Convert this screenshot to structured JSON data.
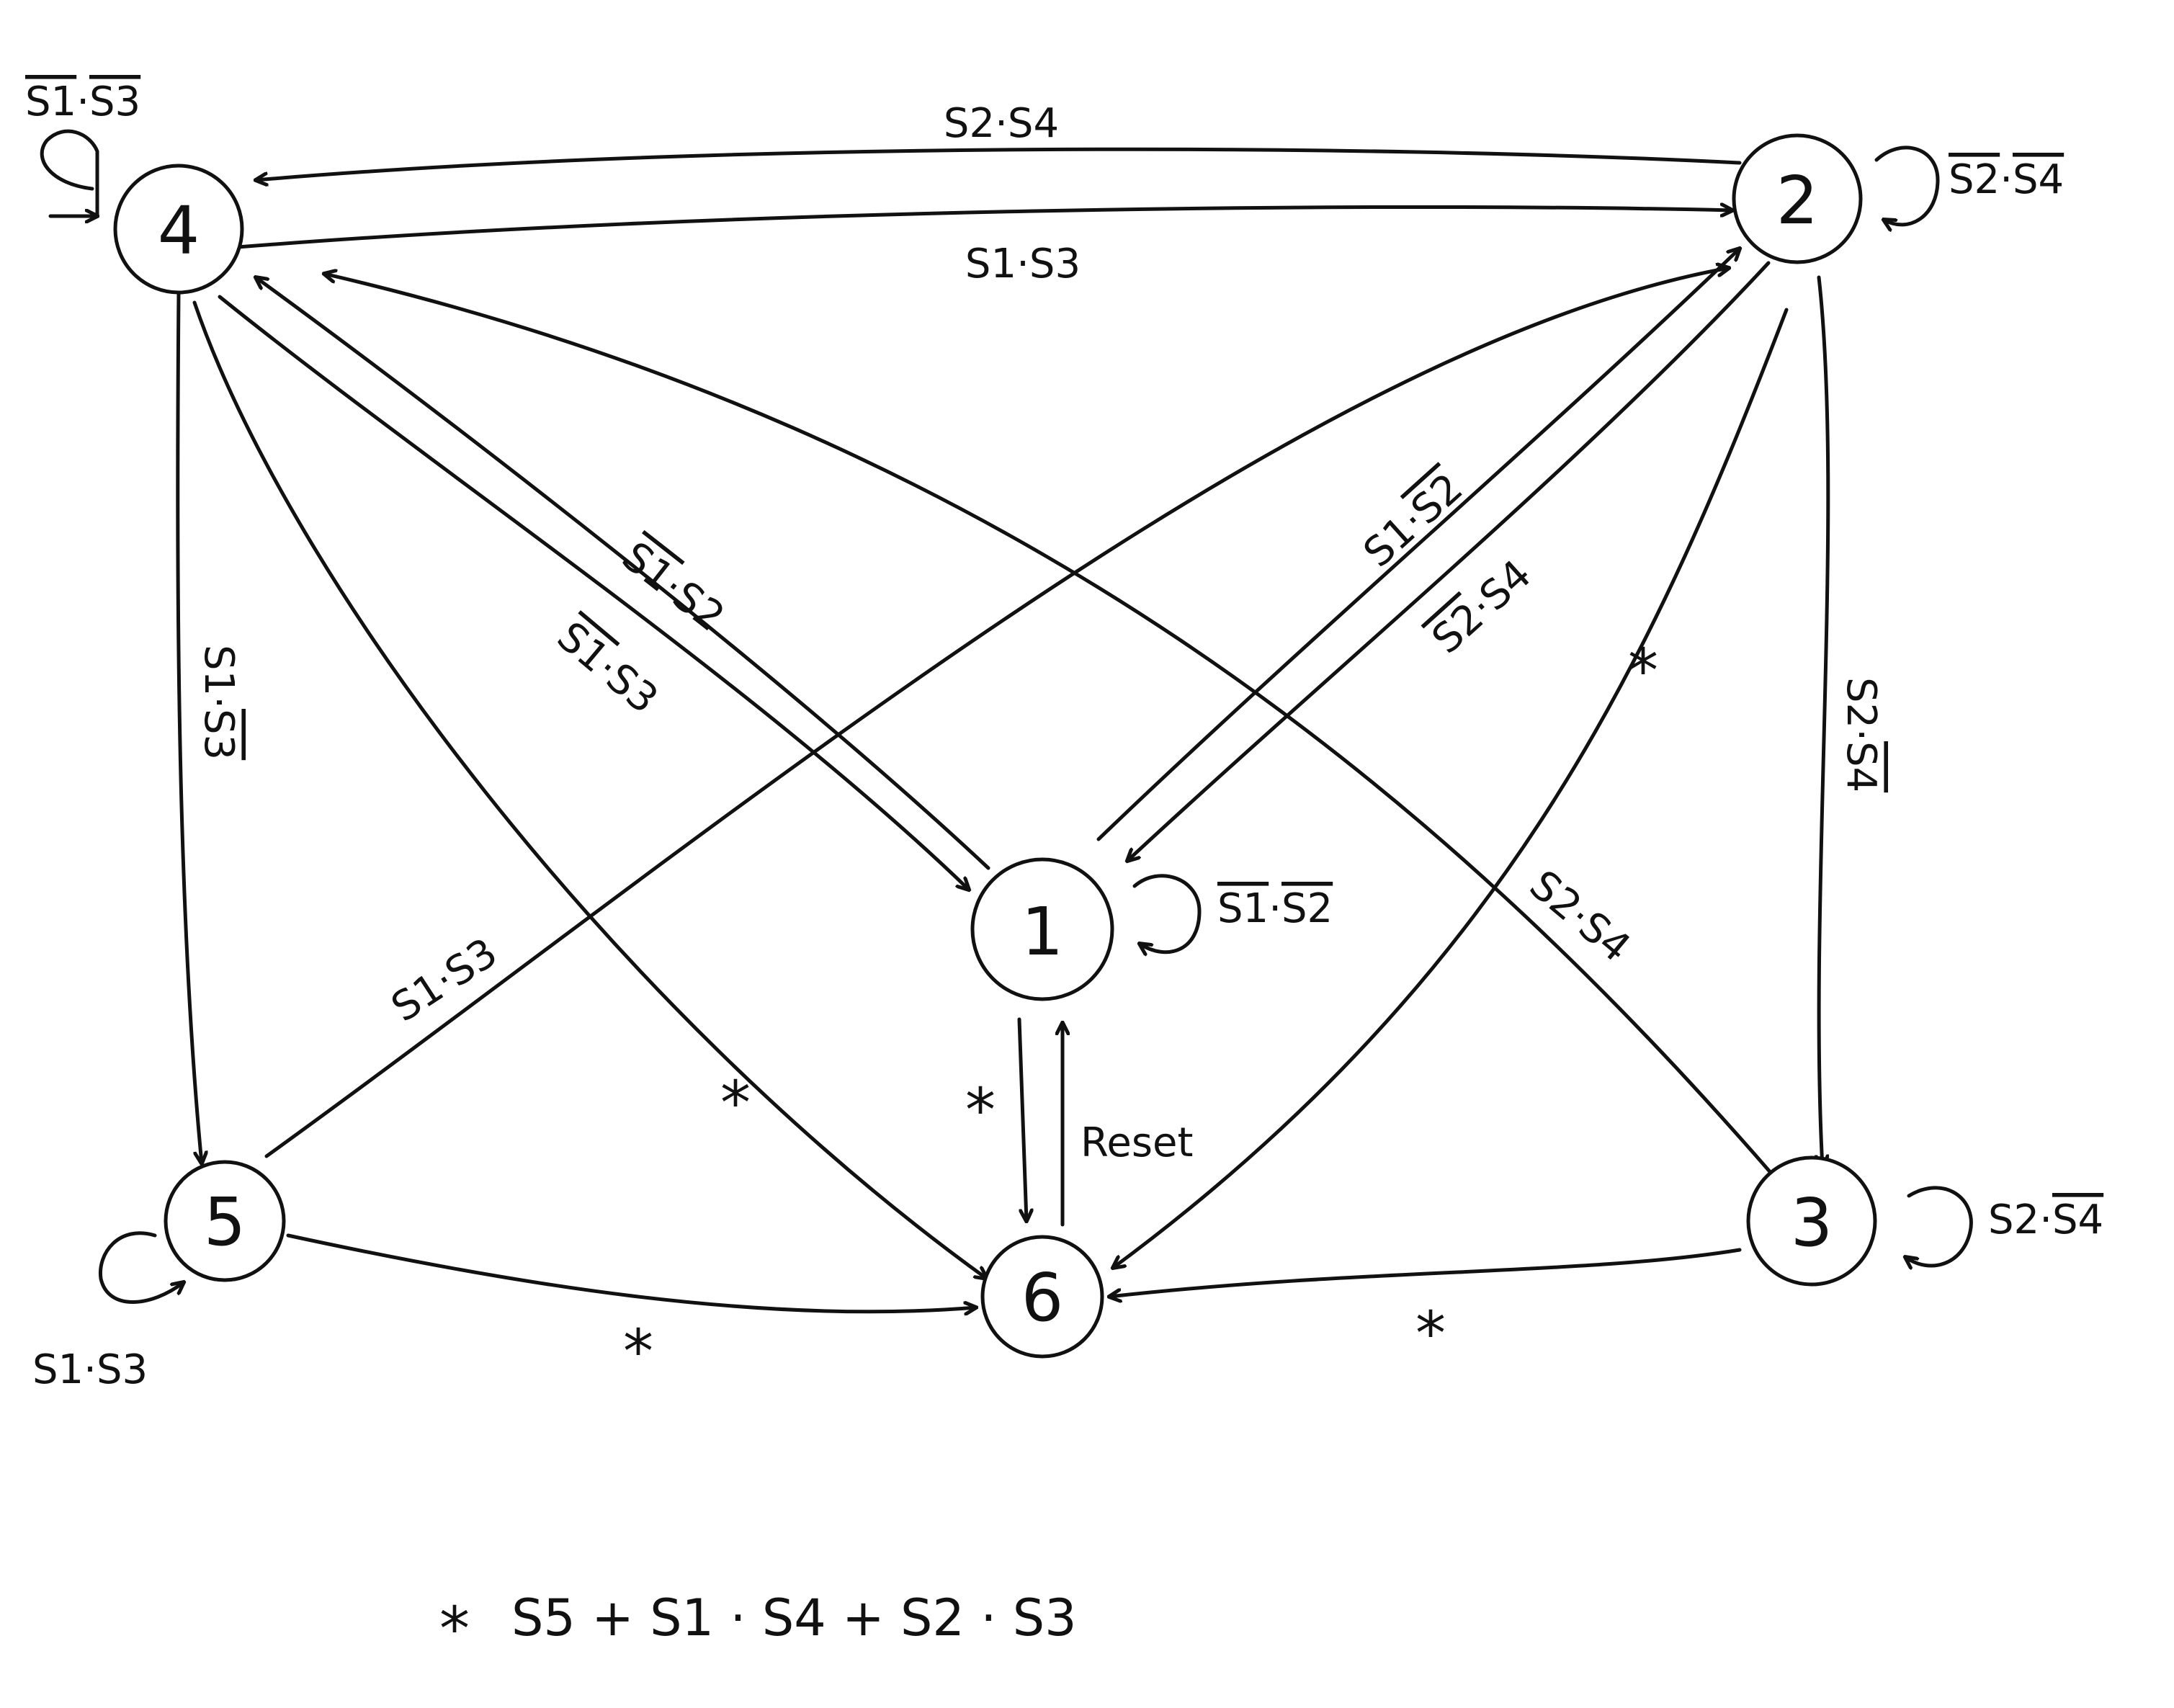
{
  "nodes": [
    {
      "id": "1",
      "label": "1"
    },
    {
      "id": "2",
      "label": "2"
    },
    {
      "id": "3",
      "label": "3"
    },
    {
      "id": "4",
      "label": "4"
    },
    {
      "id": "5",
      "label": "5"
    },
    {
      "id": "6",
      "label": "6"
    }
  ],
  "edges": [
    {
      "from": "2",
      "to": "4",
      "guard": "S2·S4"
    },
    {
      "from": "4",
      "to": "2",
      "guard": "S1·S3"
    },
    {
      "from": "4",
      "to": "4",
      "guard_parts": [
        "S1",
        "·",
        "S3"
      ],
      "overbar": [
        true,
        false,
        true
      ]
    },
    {
      "from": "2",
      "to": "2",
      "guard_parts": [
        "S2",
        "·",
        "S4"
      ],
      "overbar": [
        true,
        false,
        true
      ]
    },
    {
      "from": "1",
      "to": "1",
      "guard_parts": [
        "S1",
        "·",
        "S2"
      ],
      "overbar": [
        true,
        false,
        true
      ]
    },
    {
      "from": "5",
      "to": "5",
      "guard": "S1·S3"
    },
    {
      "from": "3",
      "to": "3",
      "guard_parts": [
        "S2",
        "·",
        "S4"
      ],
      "overbar": [
        false,
        false,
        true
      ]
    },
    {
      "from": "1",
      "to": "4",
      "guard_parts": [
        "S1",
        "·",
        "S2"
      ],
      "overbar": [
        true,
        false,
        false
      ]
    },
    {
      "from": "4",
      "to": "1",
      "guard_parts": [
        "S1",
        "·",
        "S3"
      ],
      "overbar": [
        true,
        false,
        false
      ]
    },
    {
      "from": "1",
      "to": "2",
      "guard_parts": [
        "S1",
        "·",
        "S2"
      ],
      "overbar": [
        false,
        false,
        true
      ]
    },
    {
      "from": "2",
      "to": "1",
      "guard_parts": [
        "S2",
        "·",
        "S4"
      ],
      "overbar": [
        true,
        false,
        false
      ]
    },
    {
      "from": "4",
      "to": "5",
      "guard_parts": [
        "S1",
        "·",
        "S3"
      ],
      "overbar": [
        false,
        false,
        true
      ]
    },
    {
      "from": "2",
      "to": "3",
      "guard_parts": [
        "S2",
        "·",
        "S4"
      ],
      "overbar": [
        false,
        false,
        true
      ]
    },
    {
      "from": "5",
      "to": "2",
      "guard": "S1·S3"
    },
    {
      "from": "3",
      "to": "4",
      "guard": "S2·S4"
    },
    {
      "from": "4",
      "to": "6",
      "guard": "*"
    },
    {
      "from": "2",
      "to": "6",
      "guard": "*"
    },
    {
      "from": "1",
      "to": "6",
      "guard": "*"
    },
    {
      "from": "6",
      "to": "1",
      "guard": "Reset"
    },
    {
      "from": "5",
      "to": "6",
      "guard": "*"
    },
    {
      "from": "3",
      "to": "6",
      "guard": "*"
    }
  ],
  "legend": {
    "star": "*",
    "expression": "S5 + S1 · S4 + S2 · S3"
  }
}
